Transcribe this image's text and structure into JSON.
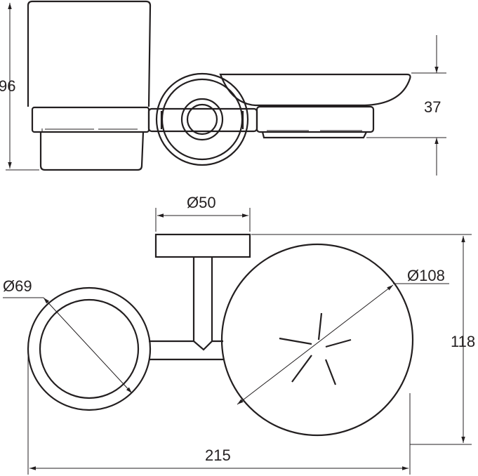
{
  "dimensions": {
    "total_height": "96",
    "soap_dish_height": "37",
    "wall_mount_diameter": "Ø50",
    "tumbler_ring_diameter": "Ø69",
    "soap_dish_diameter": "Ø108",
    "projection_depth": "118",
    "total_width": "215"
  },
  "colors": {
    "ink": "#231f20",
    "background": "#ffffff"
  }
}
